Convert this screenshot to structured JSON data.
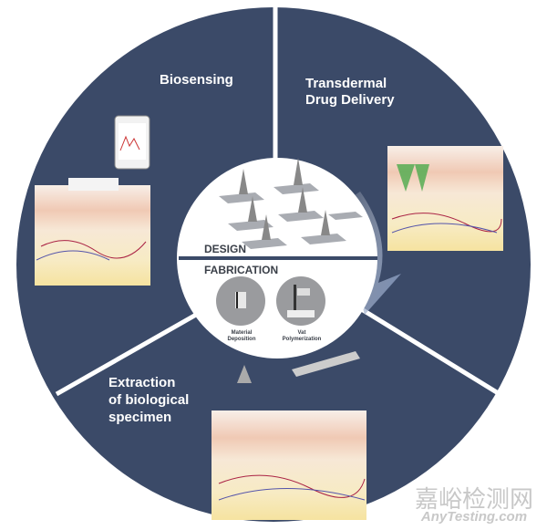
{
  "sections": {
    "biosensing": "Biosensing",
    "transdermal_line1": "Transdermal",
    "transdermal_line2": "Drug Delivery",
    "extraction_line1": "Extraction",
    "extraction_line2": "of biological",
    "extraction_line3": "specimen"
  },
  "center": {
    "design": "DESIGN",
    "fabrication": "FABRICATION",
    "method1_line1": "Material",
    "method1_line2": "Deposition",
    "method2_line1": "Vat",
    "method2_line2": "Polymerization"
  },
  "watermark": {
    "cn": "嘉峪检测网",
    "en": "AnyTesting.com"
  },
  "colors": {
    "navy": "#3b4a68",
    "skin_top": "#f3d3c0",
    "dermis": "#f6e7cf",
    "fat": "#f7e6a6"
  }
}
